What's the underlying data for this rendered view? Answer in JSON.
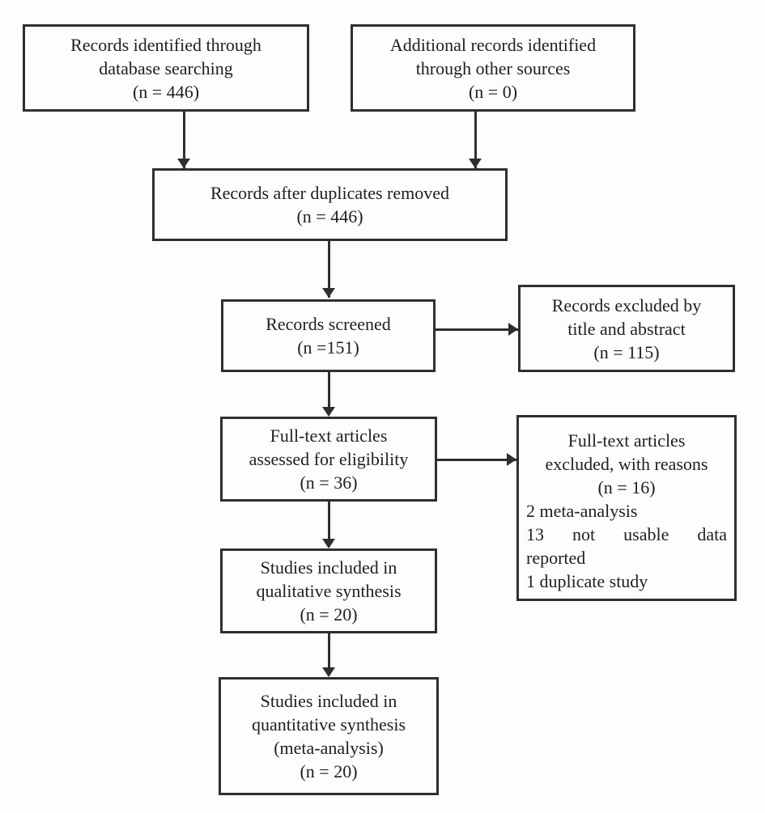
{
  "boxes": {
    "records_identified": {
      "lines": [
        "Records identified through",
        "database searching",
        "(n = 446)"
      ]
    },
    "additional_records": {
      "lines": [
        "Additional records identified",
        "through other sources",
        "(n = 0)"
      ]
    },
    "duplicates_removed": {
      "lines": [
        "Records after duplicates removed",
        "(n = 446)"
      ]
    },
    "records_screened": {
      "lines": [
        "Records screened",
        "(n =151)"
      ]
    },
    "records_excluded": {
      "lines": [
        "Records excluded by",
        "title and abstract",
        "(n = 115)"
      ]
    },
    "fulltext_assessed": {
      "lines": [
        "Full-text articles",
        "assessed for eligibility",
        "(n = 36)"
      ]
    },
    "fulltext_excluded": {
      "lines": [
        "Full-text articles",
        "excluded, with reasons",
        "(n = 16)"
      ],
      "reasons": [
        "2 meta-analysis",
        "13 not usable data",
        "reported",
        "1 duplicate study"
      ]
    },
    "qualitative_synthesis": {
      "lines": [
        "Studies included in",
        "qualitative synthesis",
        "(n = 20)"
      ]
    },
    "quantitative_synthesis": {
      "lines": [
        "Studies included in",
        "quantitative synthesis",
        "(meta-analysis)",
        "(n = 20)"
      ]
    }
  },
  "colors": {
    "border": "#2f2f2f",
    "text": "#1f1f1f",
    "background": "#fdfdfd"
  }
}
